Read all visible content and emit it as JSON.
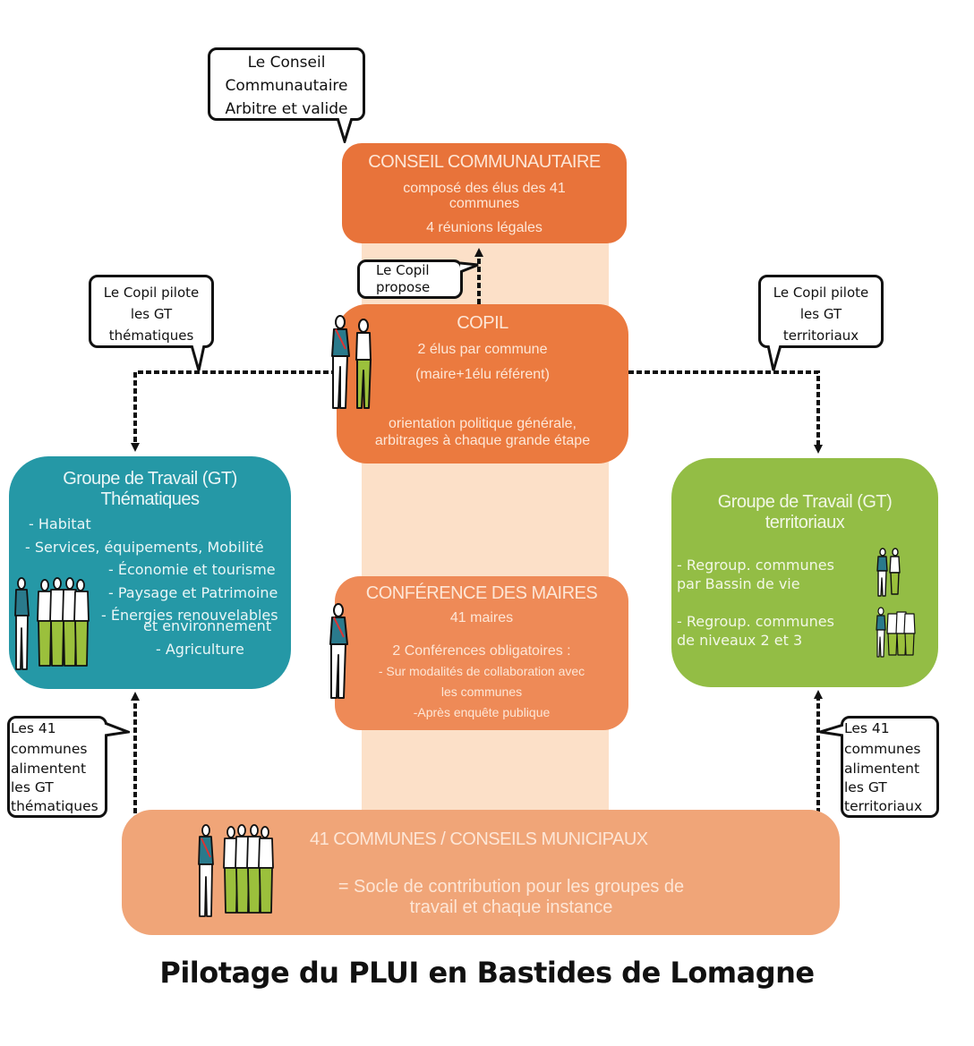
{
  "title": "Pilotage du PLUI en Bastides de Lomagne",
  "colors": {
    "conseil": "#e8733a",
    "copil": "#eb7a3f",
    "conference": "#ee8a57",
    "communes": "#f0a578",
    "band": "#fce0c8",
    "gt_thematiques": "#2598a6",
    "gt_territoriaux": "#93bd45"
  },
  "conseil": {
    "title": "CONSEIL COMMUNAUTAIRE",
    "line1": "composé des élus des 41",
    "line2": "communes",
    "line3": "4 réunions légales"
  },
  "copil": {
    "title": "COPIL",
    "line1": "2 élus par commune",
    "line2": "(maire+1élu référent)",
    "line3": "orientation politique générale,",
    "line4": "arbitrages à chaque grande étape"
  },
  "conference": {
    "title": "CONFÉRENCE DES MAIRES",
    "line1": "41 maires",
    "line2": "2 Conférences obligatoires :",
    "line3": "- Sur modalités de collaboration avec",
    "line4": "les communes",
    "line5": "-Après enquête publique"
  },
  "communes": {
    "title": "41 COMMUNES / CONSEILS MUNICIPAUX",
    "line1": "= Socle de contribution pour les groupes de",
    "line2": "travail et chaque instance"
  },
  "gt_thematiques": {
    "title1": "Groupe de Travail (GT)",
    "title2": "Thématiques",
    "items": [
      "- Habitat",
      "- Services, équipements, Mobilité",
      "- Économie et tourisme",
      "- Paysage et Patrimoine",
      "- Énergies renouvelables",
      "et environnement",
      "- Agriculture"
    ]
  },
  "gt_territoriaux": {
    "title1": "Groupe de Travail (GT)",
    "title2": "territoriaux",
    "items": [
      "- Regroup. communes",
      "par Bassin de vie",
      "- Regroup. communes",
      "de niveaux 2 et 3"
    ]
  },
  "bubbles": {
    "conseil": [
      "Le Conseil",
      "Communautaire",
      "Arbitre et valide"
    ],
    "copil_propose": [
      "Le Copil",
      "propose"
    ],
    "pilote_them": [
      "Le Copil pilote",
      "les GT",
      "thématiques"
    ],
    "pilote_terr": [
      "Le Copil pilote",
      "les GT",
      "territoriaux"
    ],
    "alimentent_them": [
      "Les 41",
      "communes",
      "alimentent",
      "les GT",
      "thématiques"
    ],
    "alimentent_terr": [
      "Les 41",
      "communes",
      "alimentent",
      "les GT",
      "territoriaux"
    ]
  }
}
